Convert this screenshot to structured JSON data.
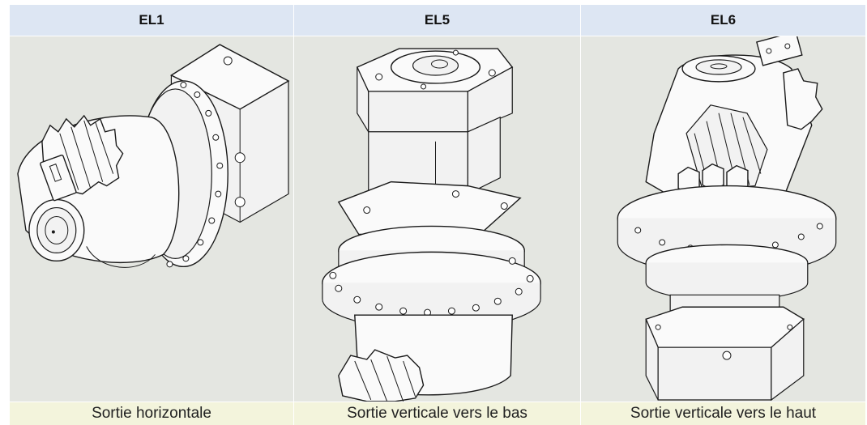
{
  "columns": [
    {
      "header": "EL1",
      "caption": "Sortie horizontale"
    },
    {
      "header": "EL5",
      "caption": "Sortie verticale vers le bas"
    },
    {
      "header": "EL6",
      "caption": "Sortie verticale vers le haut"
    }
  ]
}
